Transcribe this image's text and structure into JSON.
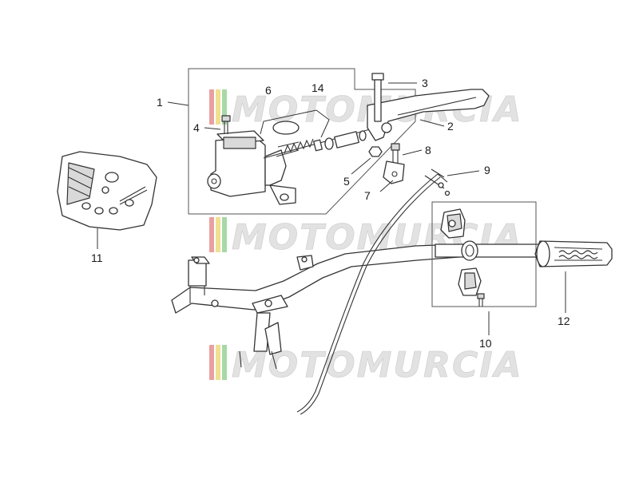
{
  "diagram": {
    "callouts": [
      {
        "id": "1",
        "label": "1"
      },
      {
        "id": "2",
        "label": "2"
      },
      {
        "id": "3",
        "label": "3"
      },
      {
        "id": "4",
        "label": "4"
      },
      {
        "id": "5",
        "label": "5"
      },
      {
        "id": "6",
        "label": "6"
      },
      {
        "id": "7",
        "label": "7"
      },
      {
        "id": "8",
        "label": "8"
      },
      {
        "id": "9",
        "label": "9"
      },
      {
        "id": "10",
        "label": "10"
      },
      {
        "id": "11",
        "label": "11"
      },
      {
        "id": "12",
        "label": "12"
      },
      {
        "id": "14",
        "label": "14"
      }
    ]
  },
  "watermark": {
    "text": "MOTOMURCIA",
    "stripe_colors": [
      "#e8a0a0",
      "#f0e090",
      "#a8d8a8"
    ]
  }
}
